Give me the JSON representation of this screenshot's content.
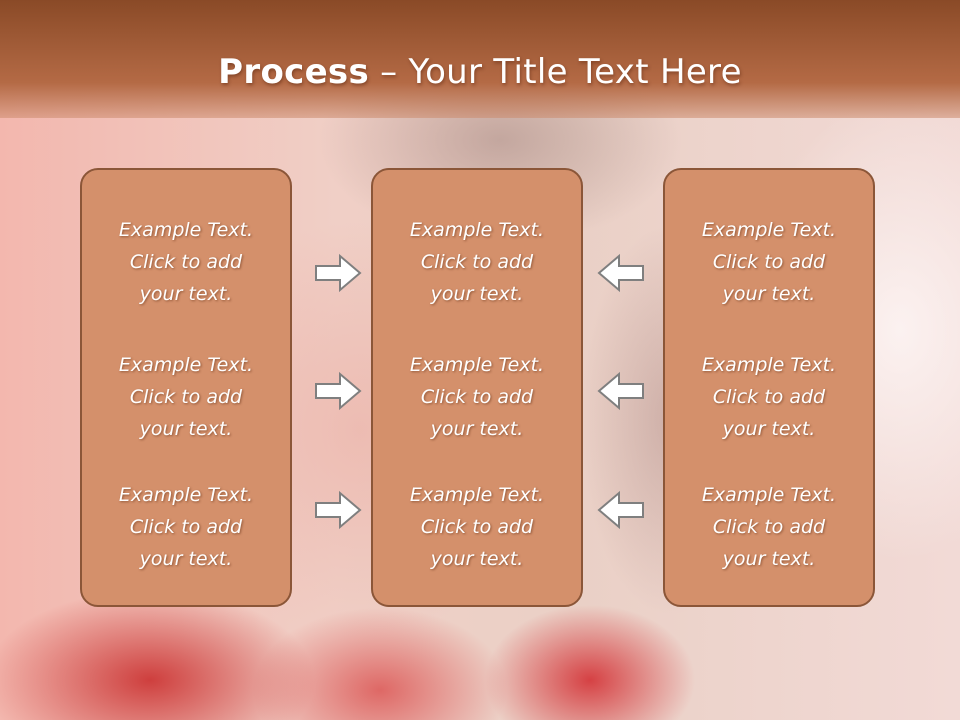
{
  "slide": {
    "title_bold": "Process",
    "title_rest": " – Your Title Text Here"
  },
  "columns": [
    {
      "items": [
        {
          "line1": "Example Text.",
          "line2": "Click  to add",
          "line3": "your text."
        },
        {
          "line1": "Example Text.",
          "line2": "Click  to add",
          "line3": "your text."
        },
        {
          "line1": "Example Text.",
          "line2": "Click  to add",
          "line3": "your text."
        }
      ]
    },
    {
      "items": [
        {
          "line1": "Example Text.",
          "line2": "Click  to add",
          "line3": "your text."
        },
        {
          "line1": "Example Text.",
          "line2": "Click  to add",
          "line3": "your text."
        },
        {
          "line1": "Example Text.",
          "line2": "Click  to add",
          "line3": "your text."
        }
      ]
    },
    {
      "items": [
        {
          "line1": "Example Text.",
          "line2": "Click  to add",
          "line3": "your text."
        },
        {
          "line1": "Example Text.",
          "line2": "Click  to add",
          "line3": "your text."
        },
        {
          "line1": "Example Text.",
          "line2": "Click  to add",
          "line3": "your text."
        }
      ]
    }
  ],
  "arrows": {
    "left_group": "arrow-right-icon",
    "right_group": "arrow-left-icon"
  },
  "colors": {
    "header": "#a55d38",
    "box_fill": "#d4906b",
    "box_border": "#8b5638",
    "arrow_fill": "#ffffff",
    "arrow_stroke": "#7f7f7f"
  }
}
